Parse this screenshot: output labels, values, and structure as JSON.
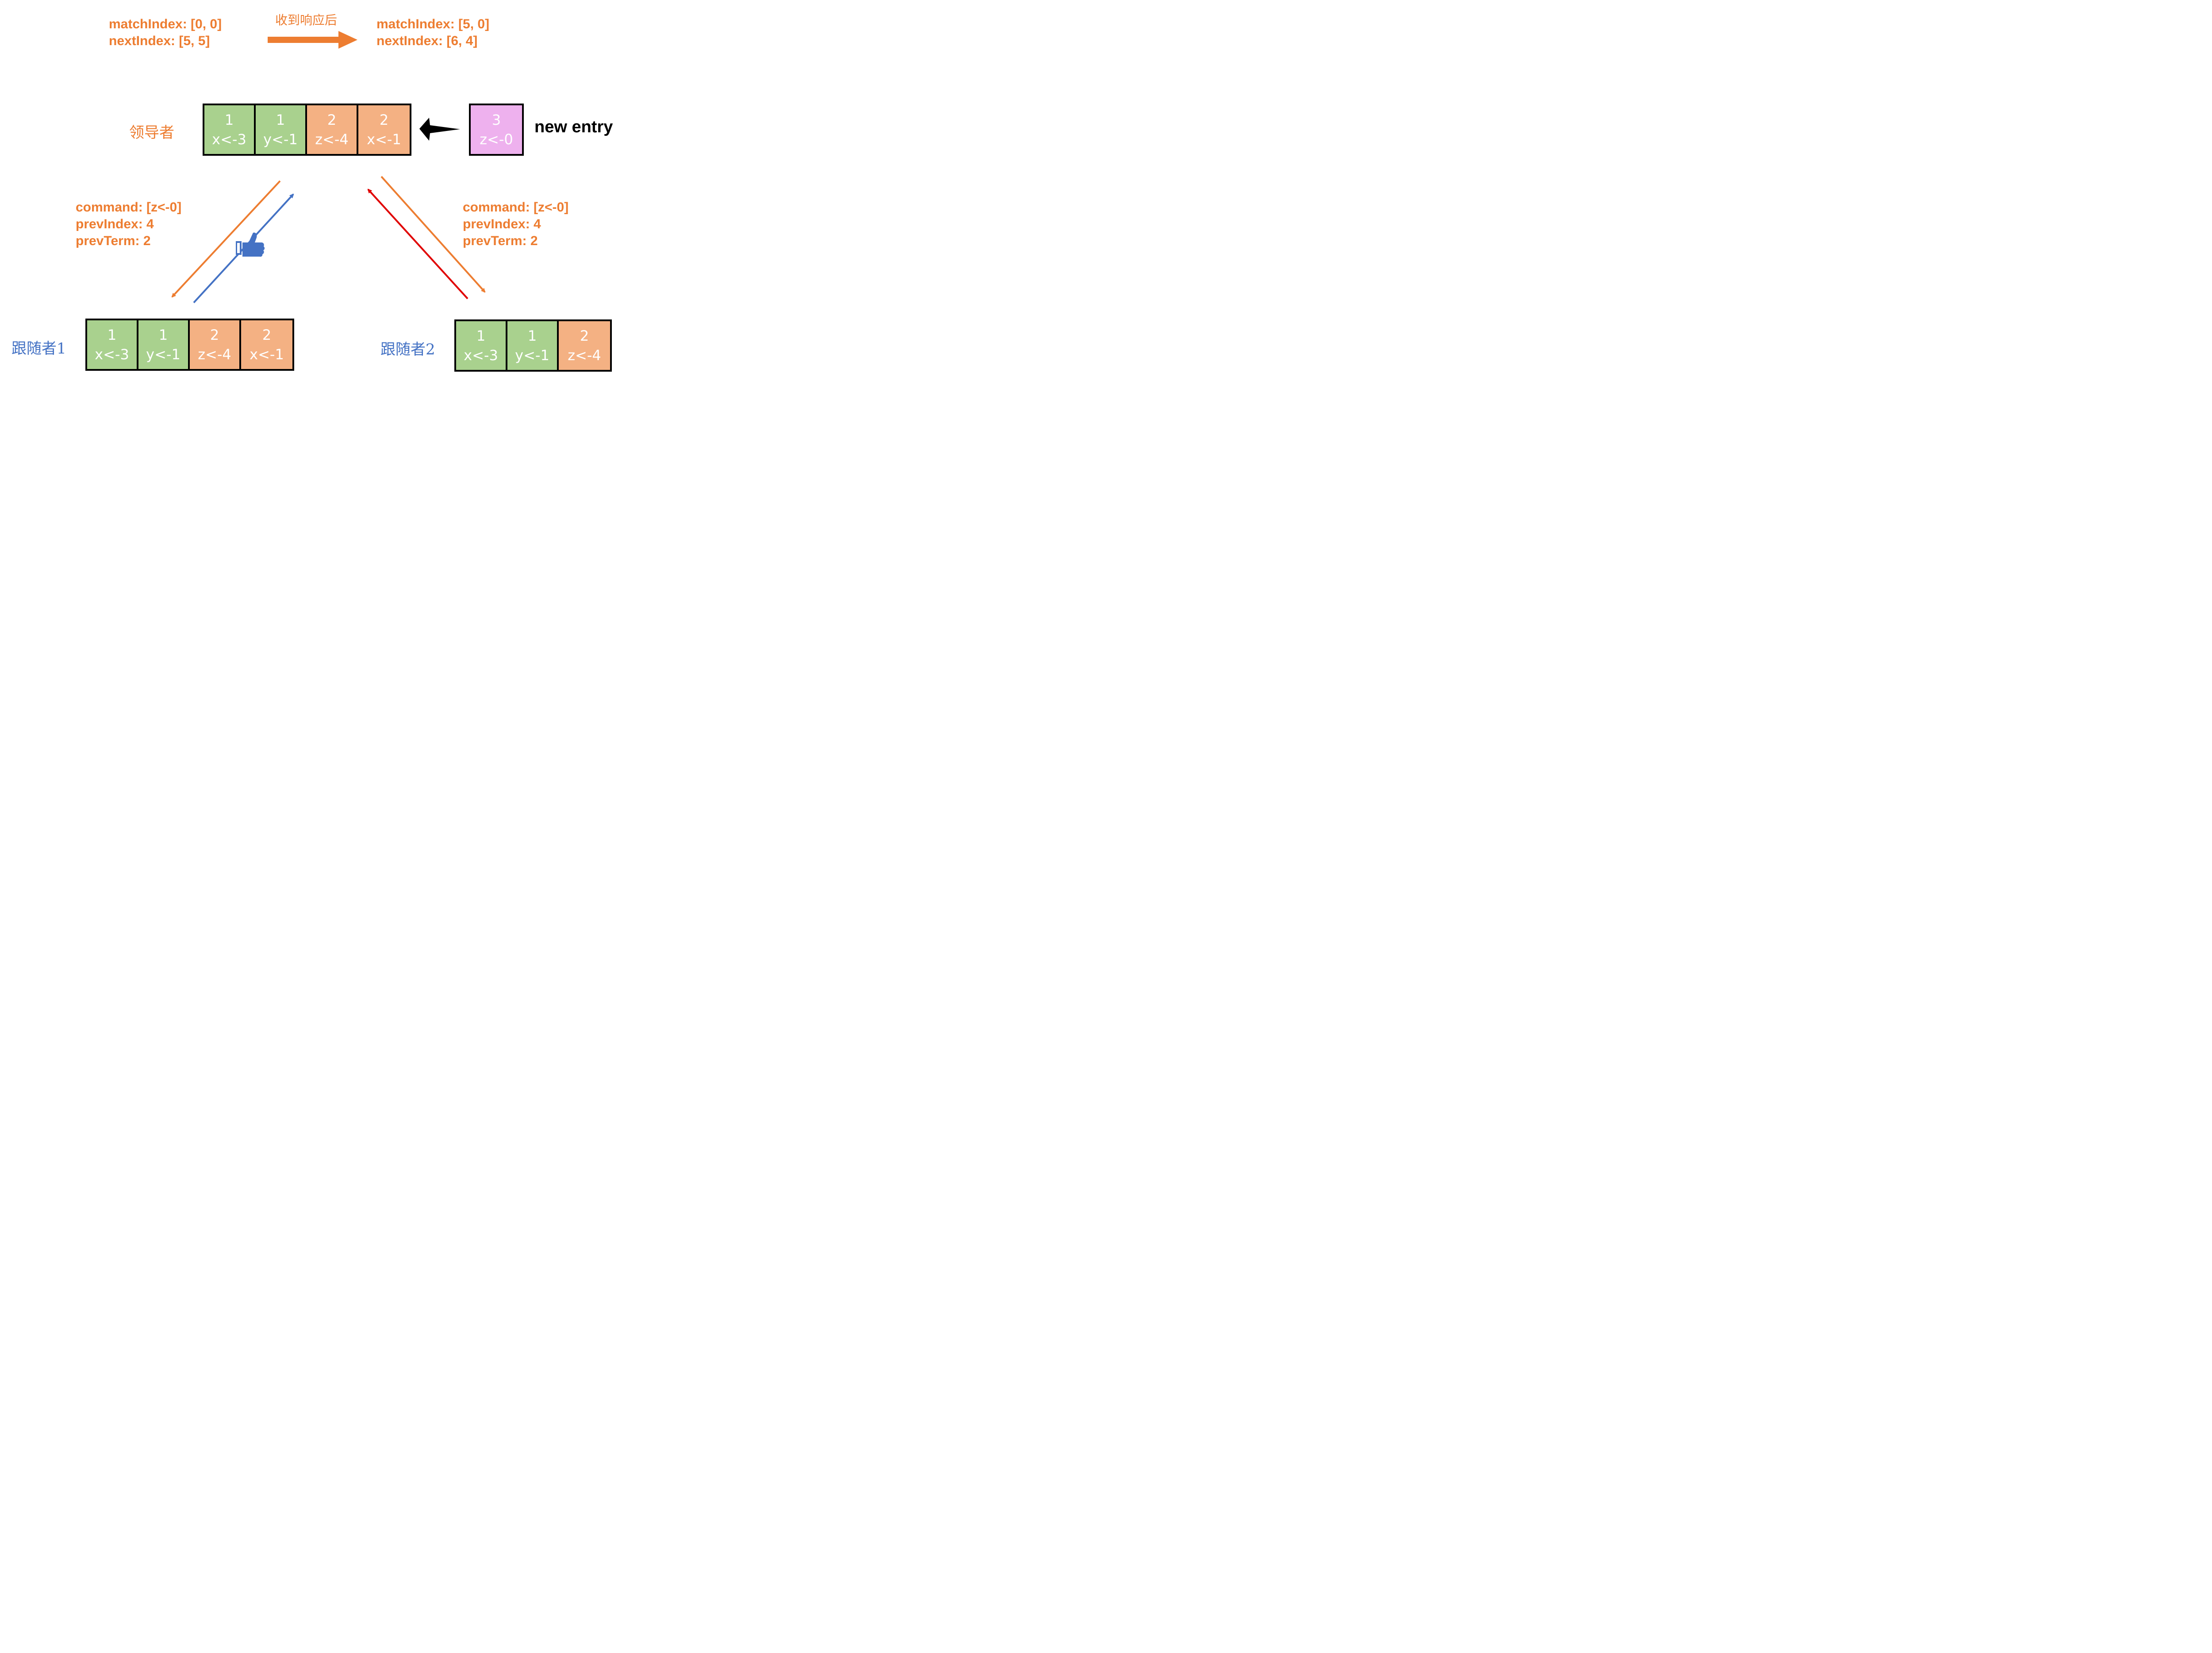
{
  "top": {
    "before": {
      "match_index": "matchIndex: [0, 0]",
      "next_index": "nextIndex: [5, 5]"
    },
    "arrow_caption": "收到响应后",
    "after": {
      "match_index": "matchIndex: [5, 0]",
      "next_index": "nextIndex: [6, 4]"
    }
  },
  "leader": {
    "label": "领导者",
    "entries": [
      {
        "term": "1",
        "command": "x<-3",
        "color": "green"
      },
      {
        "term": "1",
        "command": "y<-1",
        "color": "green"
      },
      {
        "term": "2",
        "command": "z<-4",
        "color": "orange"
      },
      {
        "term": "2",
        "command": "x<-1",
        "color": "orange"
      }
    ],
    "new_entry": {
      "term": "3",
      "command": "z<-0",
      "color": "pink"
    },
    "new_entry_label": "new entry"
  },
  "messages": {
    "left": {
      "command": "command: [z<-0]",
      "prev_index": "prevIndex: 4",
      "prev_term": "prevTerm: 2"
    },
    "right": {
      "command": "command: [z<-0]",
      "prev_index": "prevIndex: 4",
      "prev_term": "prevTerm: 2"
    }
  },
  "follower1": {
    "label": "跟随者1",
    "entries": [
      {
        "term": "1",
        "command": "x<-3",
        "color": "green"
      },
      {
        "term": "1",
        "command": "y<-1",
        "color": "green"
      },
      {
        "term": "2",
        "command": "z<-4",
        "color": "orange"
      },
      {
        "term": "2",
        "command": "x<-1",
        "color": "orange"
      }
    ]
  },
  "follower2": {
    "label": "跟随者2",
    "entries": [
      {
        "term": "1",
        "command": "x<-3",
        "color": "green"
      },
      {
        "term": "1",
        "command": "y<-1",
        "color": "green"
      },
      {
        "term": "2",
        "command": "z<-4",
        "color": "orange"
      }
    ]
  },
  "colors": {
    "orange_text": "#ED7D31",
    "blue_text": "#4472C4",
    "green_cell": "#A9D18E",
    "orange_cell": "#F4B183",
    "pink_cell": "#EEB1EE",
    "append_arrow": "#ED7D31",
    "success_response_arrow": "#4472C4",
    "failure_response_arrow": "#E00000"
  },
  "icons": {
    "thumbs_up": "thumbs-up-icon",
    "new_entry_arrow": "arrow-left-icon"
  }
}
